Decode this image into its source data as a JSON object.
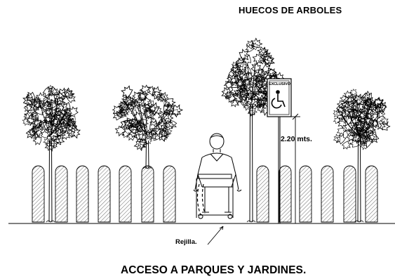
{
  "titles": {
    "top": "HUECOS DE ARBOLES",
    "bottom": "ACCESO A PARQUES Y JARDINES."
  },
  "annotations": {
    "height_dimension": "2.20 mts.",
    "grate_callout": "Rejilla."
  },
  "sign": {
    "text": "EXCLUSIVO",
    "icon": "wheelchair-accessibility-icon"
  },
  "colors": {
    "ink": "#000000",
    "paper": "#ffffff"
  }
}
